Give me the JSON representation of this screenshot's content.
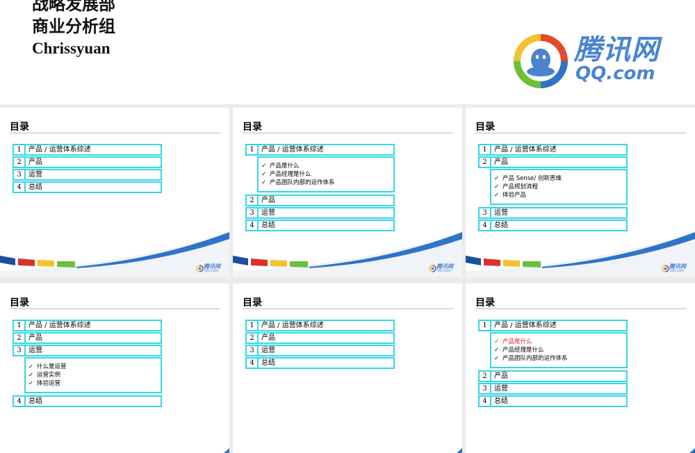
{
  "header": {
    "author_line1": "战略发展部",
    "author_line2": "商业分析组",
    "author_line3": "Chrissyuan",
    "logo_text": "腾讯网",
    "logo_sub": "QQ.com"
  },
  "mini_logo": {
    "text": "腾讯网",
    "sub": "QQ.com"
  },
  "colors": {
    "accent_border": "#33d6e6",
    "swoosh_blue": "#2e74c8",
    "highlight": "#e02020"
  },
  "slides": [
    {
      "title": "目录",
      "rows": [
        {
          "num": "1",
          "label": "产品 / 运营体系综述"
        },
        {
          "num": "2",
          "label": "产品"
        },
        {
          "num": "3",
          "label": "运营"
        },
        {
          "num": "4",
          "label": "总结"
        }
      ]
    },
    {
      "title": "目录",
      "rows": [
        {
          "num": "1",
          "label": "产品 / 运营体系综述"
        },
        {
          "num": "2",
          "label": "产品"
        },
        {
          "num": "3",
          "label": "运营"
        },
        {
          "num": "4",
          "label": "总结"
        }
      ],
      "sub_after": 0,
      "sub_items": [
        "产品是什么",
        "产品经理是什么",
        "产品团队内部的运作体系"
      ]
    },
    {
      "title": "目录",
      "rows": [
        {
          "num": "1",
          "label": "产品 / 运营体系综述"
        },
        {
          "num": "2",
          "label": "产品"
        },
        {
          "num": "3",
          "label": "运营"
        },
        {
          "num": "4",
          "label": "总结"
        }
      ],
      "sub_after": 1,
      "sub_items": [
        "产品 Sense/ 创新思维",
        "产品规划流程",
        "体验产品"
      ]
    },
    {
      "title": "目录",
      "rows": [
        {
          "num": "1",
          "label": "产品 / 运营体系综述"
        },
        {
          "num": "2",
          "label": "产品"
        },
        {
          "num": "3",
          "label": "运营"
        },
        {
          "num": "4",
          "label": "总结"
        }
      ],
      "sub_after": 2,
      "sub_items": [
        "什么是运营",
        "运营实例",
        "体验运营"
      ]
    },
    {
      "title": "目录",
      "rows": [
        {
          "num": "1",
          "label": "产品 / 运营体系综述"
        },
        {
          "num": "2",
          "label": "产品"
        },
        {
          "num": "3",
          "label": "运营"
        },
        {
          "num": "4",
          "label": "总结"
        }
      ]
    },
    {
      "title": "目录",
      "rows": [
        {
          "num": "1",
          "label": "产品 / 运营体系综述"
        },
        {
          "num": "2",
          "label": "产品"
        },
        {
          "num": "3",
          "label": "运营"
        },
        {
          "num": "4",
          "label": "总结"
        }
      ],
      "sub_after": 0,
      "sub_items": [
        "产品是什么",
        "产品经理是什么",
        "产品团队内部的运作体系"
      ],
      "sub_active": 0
    }
  ]
}
